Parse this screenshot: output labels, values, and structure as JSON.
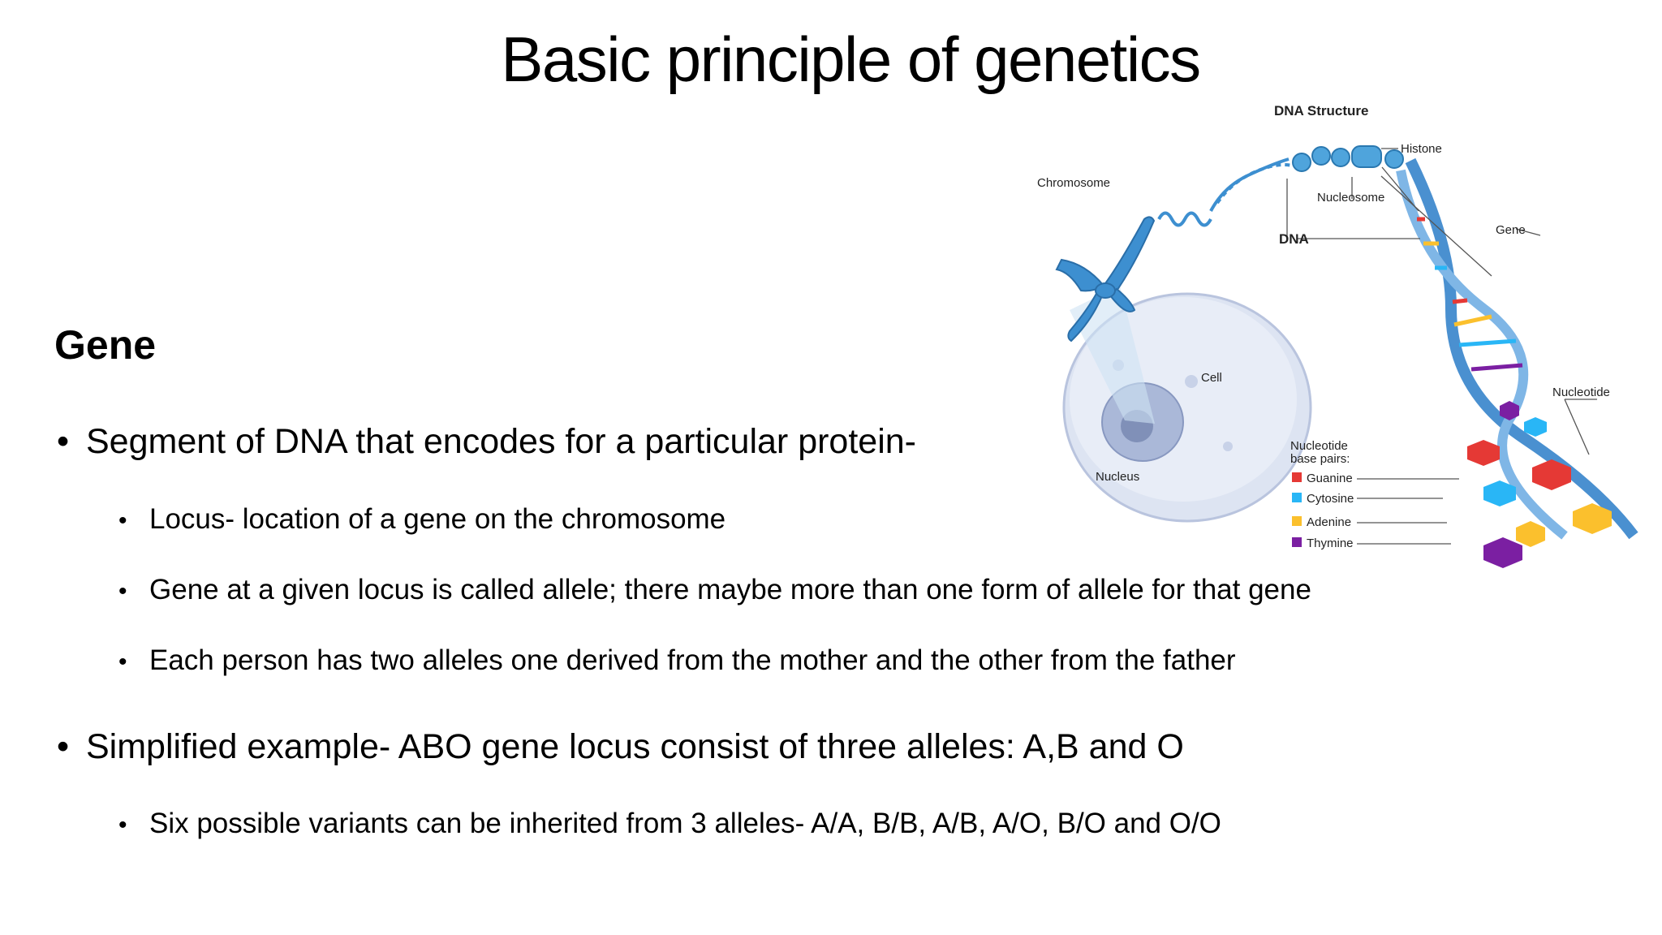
{
  "slide": {
    "title": "Basic principle of genetics",
    "heading": "Gene",
    "bullets": [
      "Segment of DNA that encodes for a particular protein-",
      "Locus- location of a gene on the chromosome",
      "Gene at a given locus is called allele; there maybe more than one form of allele for that gene",
      "Each person has two alleles one derived from the mother and the other from the father",
      "Simplified example- ABO gene locus consist of three alleles: A,B and O",
      "Six possible variants can be inherited from 3 alleles- A/A, B/B, A/B, A/O, B/O and O/O"
    ]
  },
  "figure": {
    "title": "DNA Structure",
    "labels": {
      "histone": "Histone",
      "chromosome": "Chromosome",
      "nucleosome": "Nucleosome",
      "gene": "Gene",
      "dna": "DNA",
      "cell": "Cell",
      "nucleotide": "Nucleotide",
      "nucleus": "Nucleus",
      "base_pairs_line1": "Nucleotide",
      "base_pairs_line2": "base pairs:"
    },
    "legend": [
      {
        "name": "Guanine",
        "color": "#e53935"
      },
      {
        "name": "Cytosine",
        "color": "#29b6f6"
      },
      {
        "name": "Adenine",
        "color": "#fbc02d"
      },
      {
        "name": "Thymine",
        "color": "#7b1fa2"
      }
    ]
  }
}
